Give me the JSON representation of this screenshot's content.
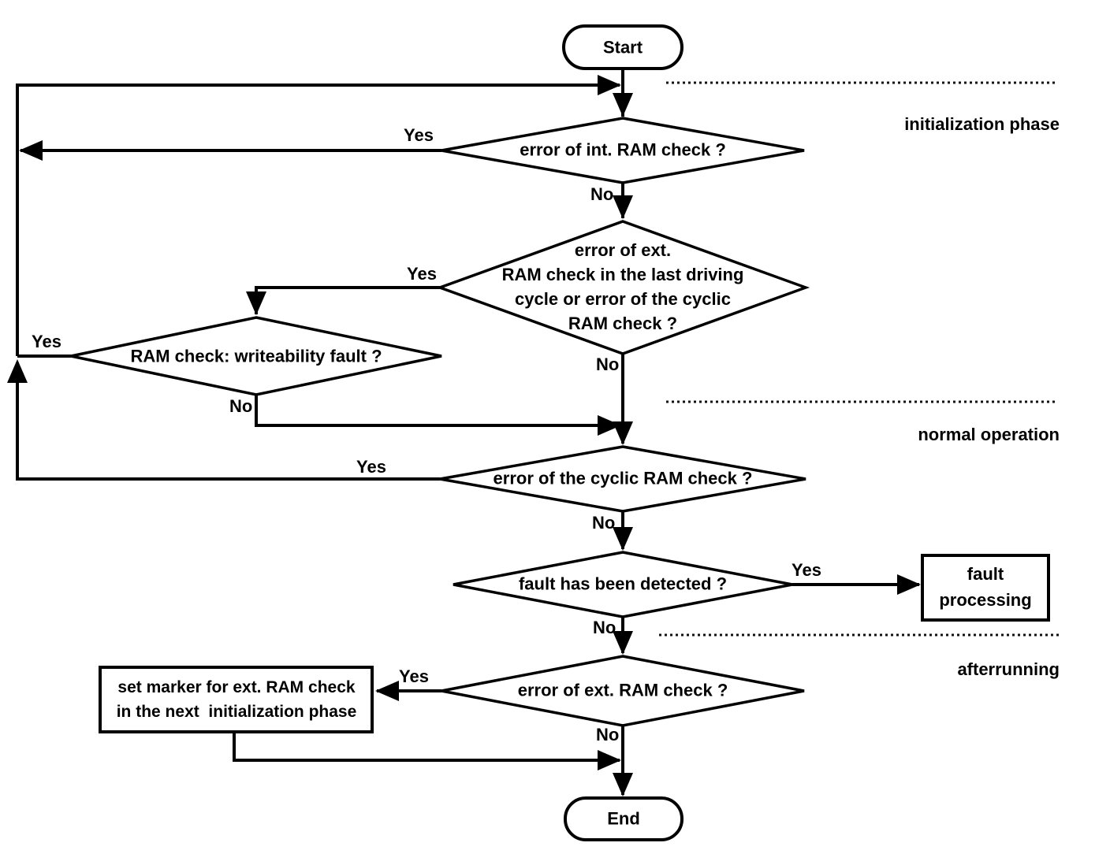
{
  "flowchart": {
    "terminals": {
      "start": "Start",
      "end": "End"
    },
    "decisions": {
      "int_ram_check": "error of int. RAM check ?",
      "ext_ram_last_driving": "error of ext.\nRAM check in the last driving\ncycle or error of the cyclic\nRAM check ?",
      "writeability_fault": "RAM check: writeability fault ?",
      "cyclic_ram_check": "error of the cyclic RAM check ?",
      "fault_detected": "fault has been detected ?",
      "ext_ram_check": "error of ext. RAM check ?"
    },
    "processes": {
      "fault_processing": "fault\nprocessing",
      "set_marker": "set marker for ext. RAM check\nin the next  initialization phase"
    },
    "branch_labels": {
      "yes": "Yes",
      "no": "No"
    },
    "phase_labels": {
      "initialization": "initialization phase",
      "normal_operation": "normal operation",
      "afterrunning": "afterrunning"
    },
    "colors": {
      "line": "#000000",
      "background": "#ffffff",
      "text": "#000000"
    }
  }
}
